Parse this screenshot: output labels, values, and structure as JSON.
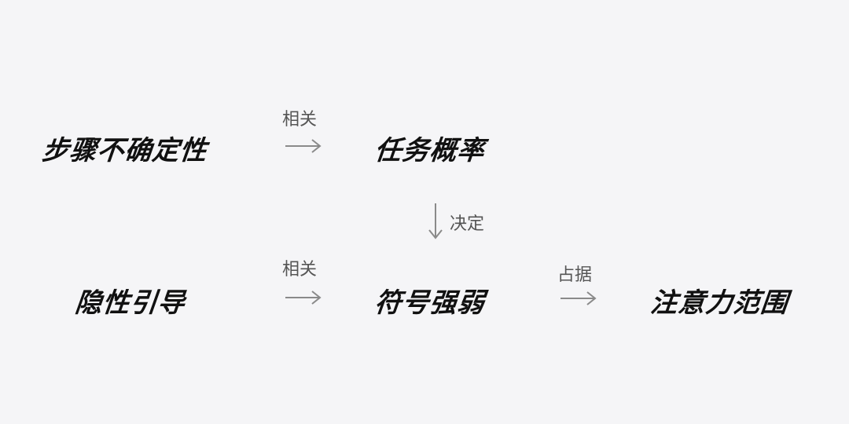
{
  "nodes": {
    "step_uncertainty": "步骤不确定性",
    "task_probability": "任务概率",
    "implicit_guidance": "隐性引导",
    "symbol_strength": "符号强弱",
    "attention_span": "注意力范围"
  },
  "relations": {
    "step_to_task": "相关",
    "task_to_symbol": "决定",
    "implicit_to_symbol": "相关",
    "symbol_to_attention": "占据"
  },
  "colors": {
    "background": "#f5f5f7",
    "node_text": "#111111",
    "label_text": "#555555",
    "arrow": "#8a8a8a"
  }
}
